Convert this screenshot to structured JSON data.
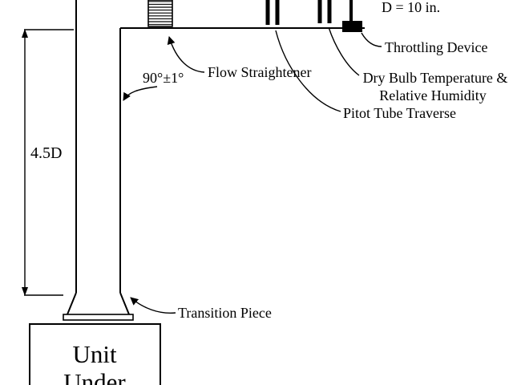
{
  "page": {
    "background": "#ffffff",
    "line_color": "#000000"
  },
  "labels": {
    "duct_diameter": "D = 10 in.",
    "throttling_device": "Throttling Device",
    "flow_straightener": "Flow Straightener",
    "angle_tolerance": "90°±1°",
    "dry_bulb_line1": "Dry Bulb Temperature &",
    "dry_bulb_line2": "Relative Humidity",
    "pitot_tube": "Pitot Tube Traverse",
    "duct_length_dimension": "4.5D",
    "transition_piece": "Transition Piece",
    "unit_under_test_line1": "Unit",
    "unit_under_test_line2": "Under"
  }
}
